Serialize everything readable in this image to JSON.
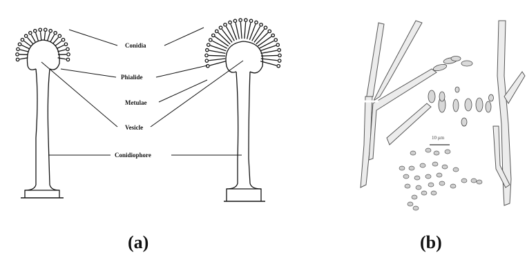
{
  "panel_a": {
    "label": "(a)",
    "labels": {
      "conidia": "Conidia",
      "phialide": "Phialide",
      "metulae": "Metulae",
      "vesicle": "Vesicle",
      "conidiophore": "Conidiophore"
    }
  },
  "panel_b": {
    "label": "(b)",
    "scale_bar": "10 µm"
  }
}
